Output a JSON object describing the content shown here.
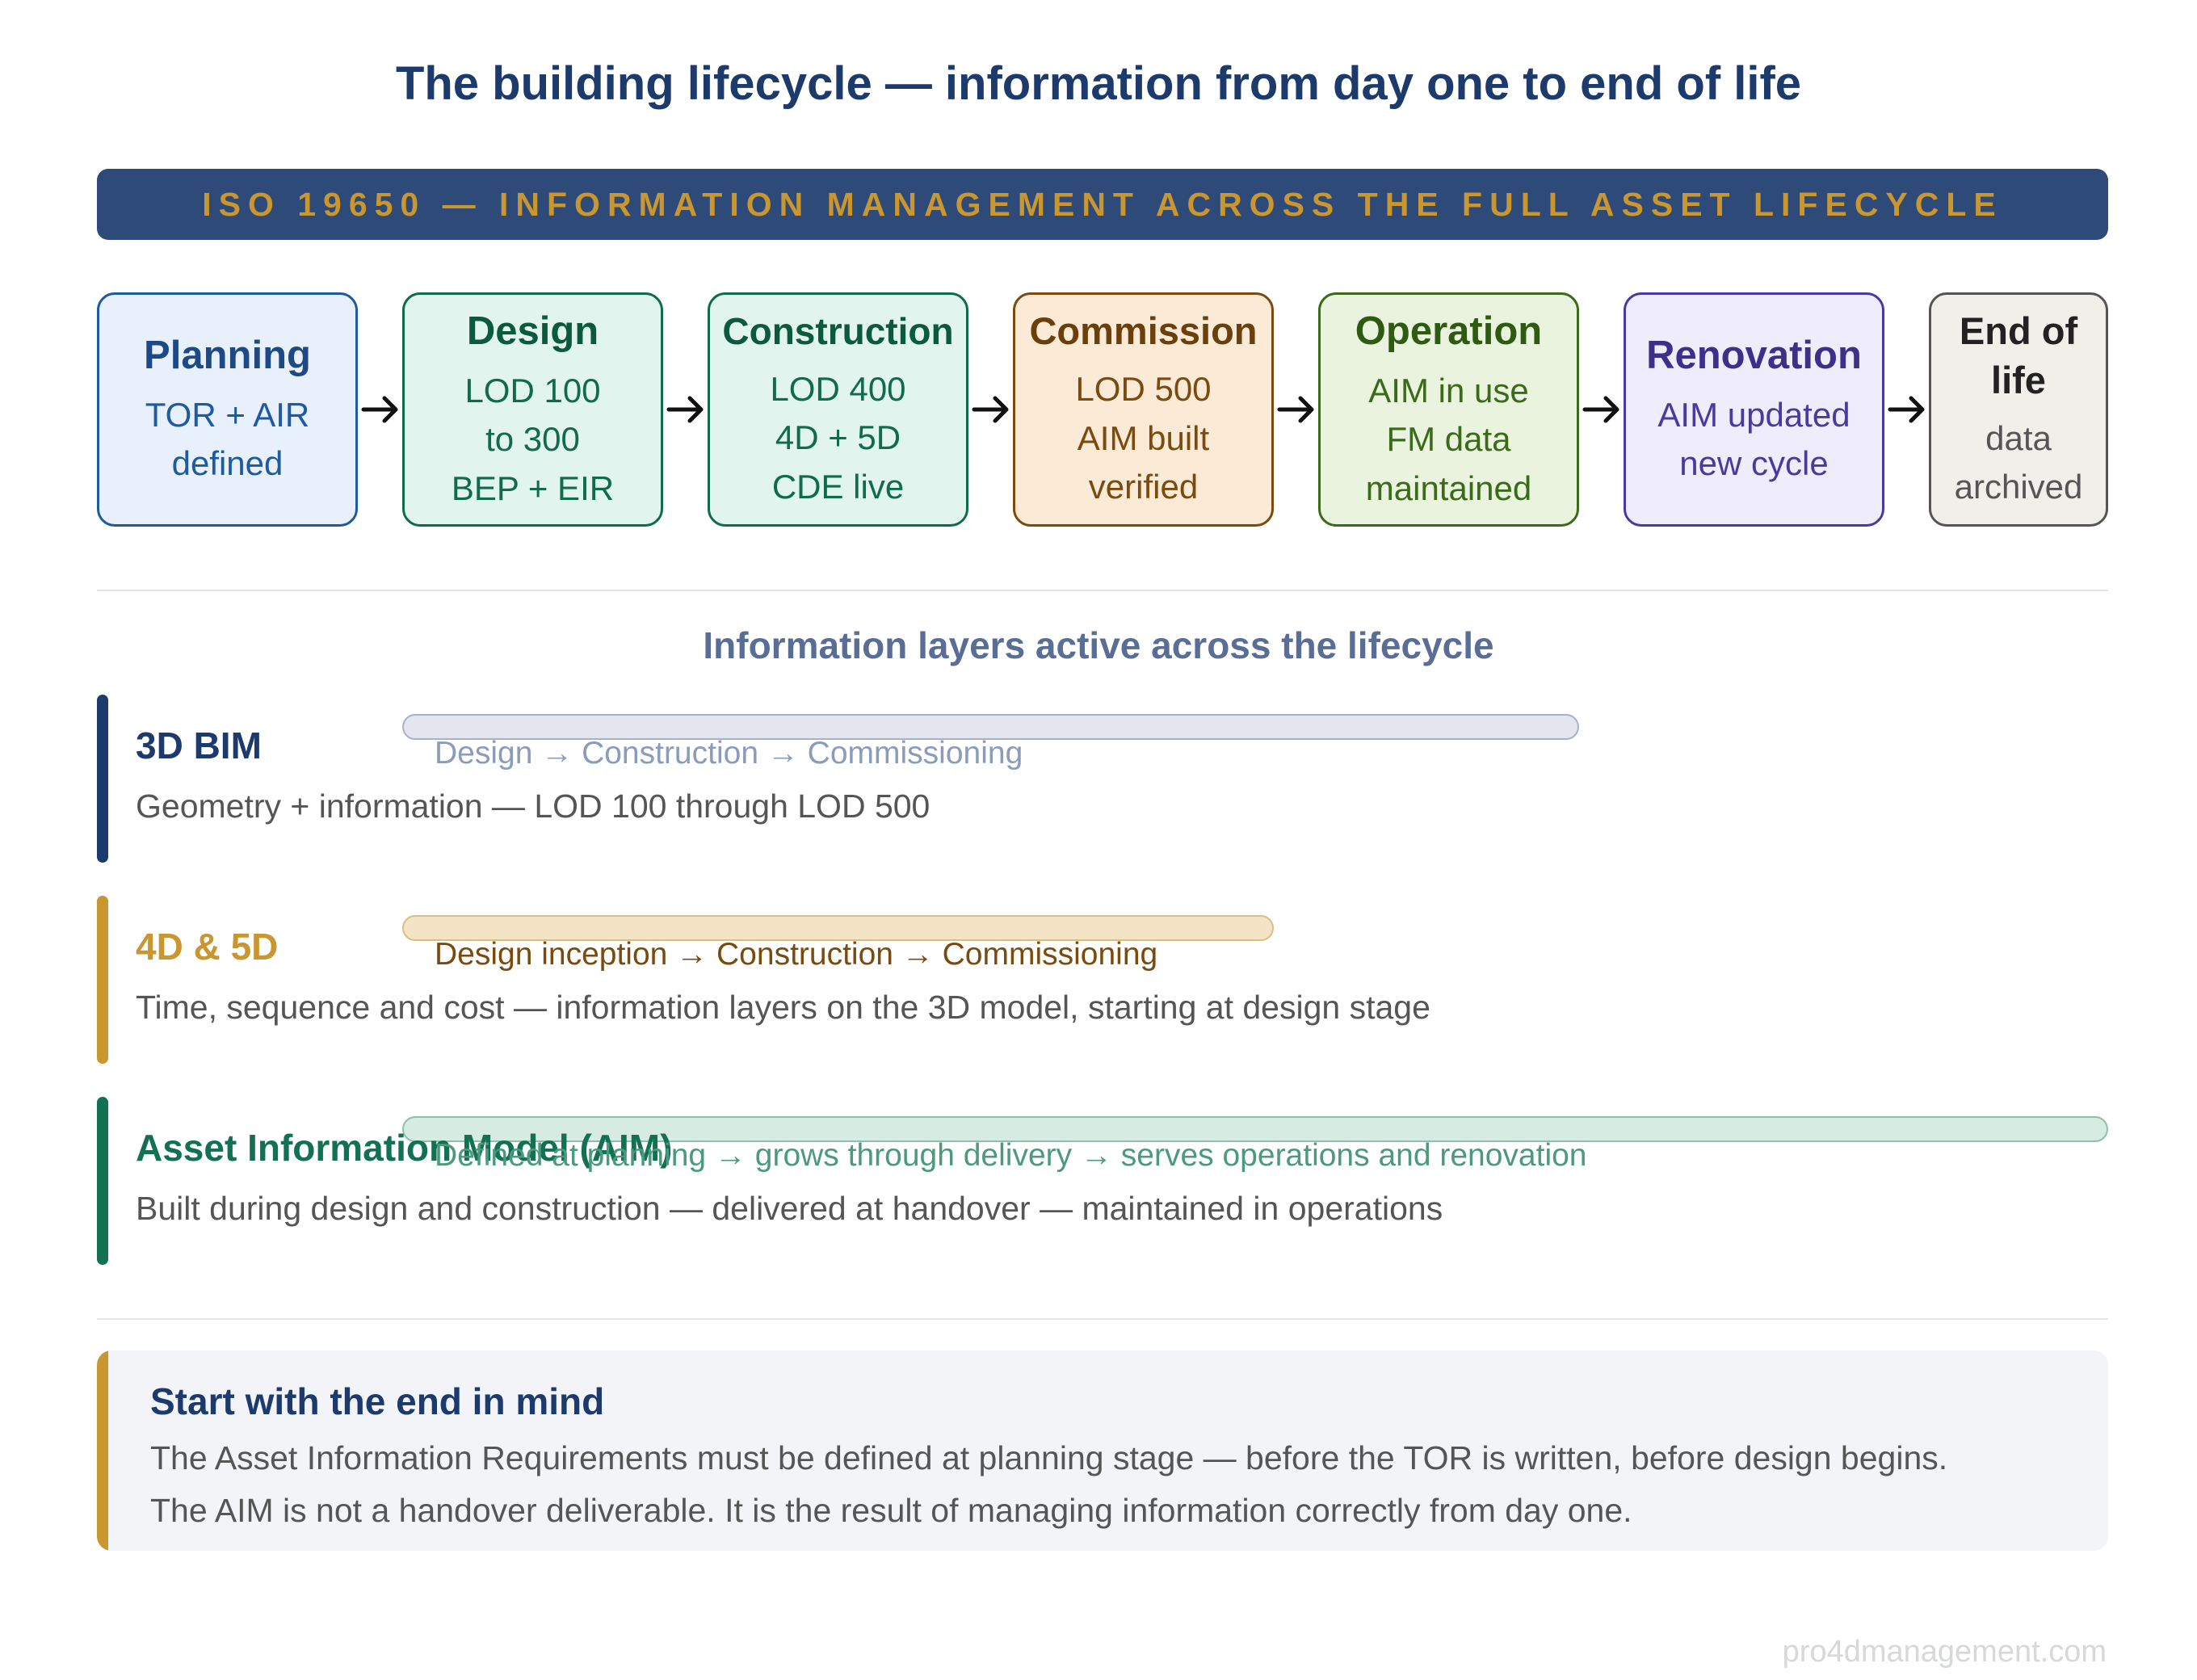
{
  "title": "The building lifecycle — information from day one to end of life",
  "banner": "ISO 19650 — INFORMATION MANAGEMENT ACROSS THE FULL ASSET LIFECYCLE",
  "stages": [
    {
      "title": "Planning",
      "lines": [
        "TOR + AIR",
        "defined"
      ],
      "color": "#1d5aa0",
      "bg": "#e8f1fb"
    },
    {
      "title": "Design",
      "lines": [
        "LOD 100",
        "to 300",
        "BEP + EIR"
      ],
      "color": "#0f6b4c",
      "bg": "#e2f4ee"
    },
    {
      "title": "Construction",
      "lines": [
        "LOD 400",
        "4D + 5D",
        "CDE live"
      ],
      "color": "#0f6b4c",
      "bg": "#e2f4ee"
    },
    {
      "title": "Commission",
      "lines": [
        "LOD 500",
        "AIM built",
        "verified"
      ],
      "color": "#7a4a0f",
      "bg": "#fbebd6"
    },
    {
      "title": "Operation",
      "lines": [
        "AIM in use",
        "FM data",
        "maintained"
      ],
      "color": "#3a6a1a",
      "bg": "#e9f3dd"
    },
    {
      "title": "Renovation",
      "lines": [
        "AIM updated",
        "new cycle"
      ],
      "color": "#4a3aa0",
      "bg": "#efedfb"
    },
    {
      "title_lines": [
        "End of",
        "life"
      ],
      "lines": [
        "data",
        "archived"
      ],
      "color": "#555555",
      "bg": "#f1efea"
    }
  ],
  "subhead": "Information layers active across the lifecycle",
  "layers": [
    {
      "title": "3D BIM",
      "span_label": "Design → Construction → Commissioning",
      "description": "Geometry + information — LOD 100 through LOD 500",
      "accent": "#1c3a6b"
    },
    {
      "title": "4D & 5D",
      "span_label": "Design inception → Construction → Commissioning",
      "description": "Time, sequence and cost — information layers on the 3D model, starting at design stage",
      "accent": "#c9962f"
    },
    {
      "title": "Asset Information Model (AIM)",
      "span_label": "Defined at planning → grows through delivery → serves operations and renovation",
      "description": "Built during design and construction — delivered at handover — maintained in operations",
      "accent": "#127053"
    }
  ],
  "callout": {
    "title": "Start with the end in mind",
    "line1": "The Asset Information Requirements must be defined at planning stage — before the TOR is written, before design begins.",
    "line2": "The AIM is not a handover deliverable. It is the result of managing information correctly from day one."
  },
  "footer": "pro4dmanagement.com"
}
